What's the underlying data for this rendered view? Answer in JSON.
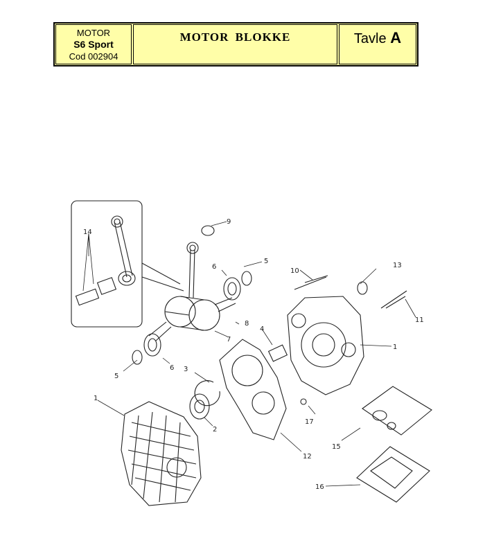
{
  "header": {
    "engine_label": "MOTOR",
    "model": "S6 Sport",
    "code": "Cod 002904",
    "title": "MOTOR  BLOKKE",
    "plate_label": "Tavle",
    "plate_letter": "A"
  },
  "diagram": {
    "callouts": [
      "1",
      "1",
      "2",
      "3",
      "4",
      "5",
      "5",
      "6",
      "6",
      "7",
      "8",
      "9",
      "10",
      "11",
      "12",
      "13",
      "14",
      "15",
      "16",
      "17"
    ]
  }
}
